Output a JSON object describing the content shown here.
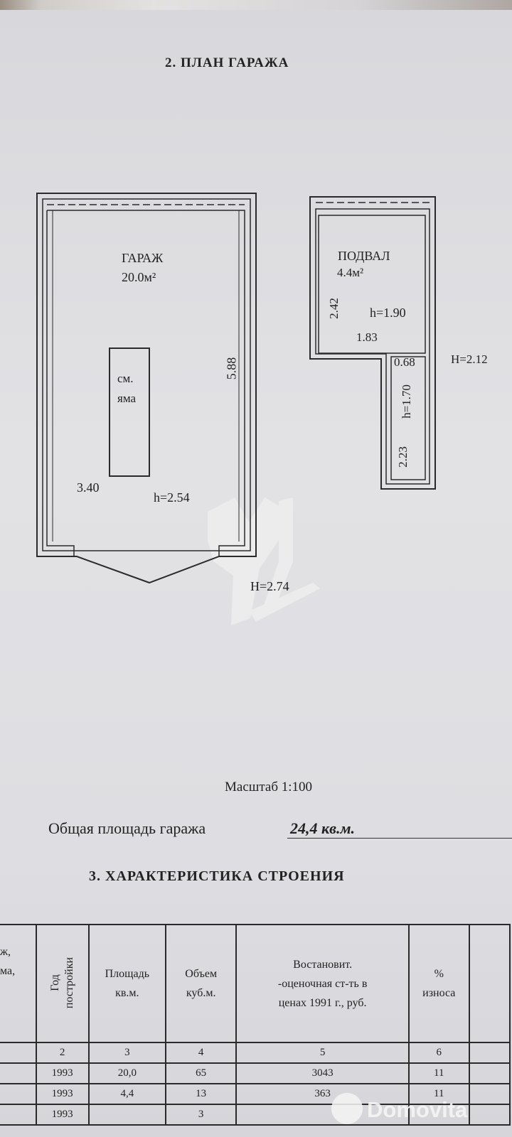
{
  "section2_title": "2. ПЛАН ГАРАЖА",
  "garage": {
    "name": "ГАРАЖ",
    "area": "20.0м²",
    "pit_line1": "см.",
    "pit_line2": "яма",
    "width": "3.40",
    "length": "5.88",
    "inner_height": "h=2.54",
    "outer_height": "H=2.74"
  },
  "basement": {
    "name": "ПОДВАЛ",
    "area": "4.4м²",
    "side": "2.42",
    "inner_height": "h=1.90",
    "width": "1.83",
    "niche_width": "0.68",
    "niche_height": "h=1.70",
    "niche_length": "2.23",
    "outer_height": "H=2.12"
  },
  "scale": "Масштаб 1:100",
  "total_label": "Общая площадь гаража",
  "total_value": "24,4 кв.м.",
  "section3_title": "3. ХАРАКТЕРИСТИКА СТРОЕНИЯ",
  "table": {
    "headers": {
      "c1": [
        "ж,",
        "ма,"
      ],
      "c2": [
        "Год",
        "постройки"
      ],
      "c3": [
        "Площадь",
        "кв.м."
      ],
      "c4": [
        "Объем",
        "куб.м."
      ],
      "c5": [
        "Востановит.",
        "-оценочная ст-ть в",
        "ценах 1991 г., руб."
      ],
      "c6": [
        "%",
        "износа"
      ]
    },
    "numbers": [
      "2",
      "3",
      "4",
      "5",
      "6"
    ],
    "rows": [
      {
        "year": "1993",
        "area": "20,0",
        "volume": "65",
        "cost": "3043",
        "wear": "11"
      },
      {
        "year": "1993",
        "area": "4,4",
        "volume": "13",
        "cost": "363",
        "wear": "11"
      },
      {
        "year": "1993",
        "area": "",
        "volume": "3",
        "cost": "",
        "wear": ""
      }
    ]
  },
  "watermark": "Domovita"
}
